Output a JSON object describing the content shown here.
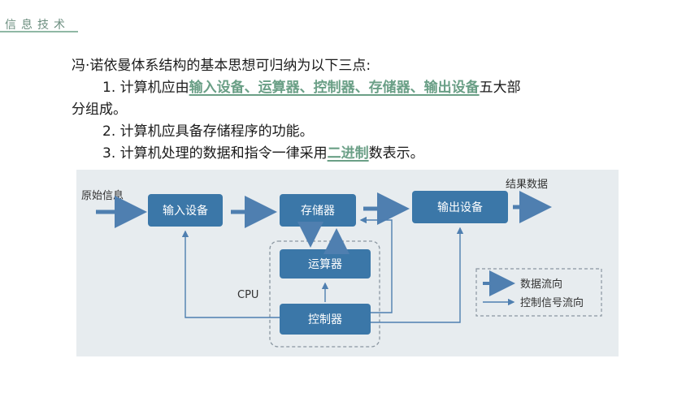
{
  "header": {
    "title": "信息技术"
  },
  "intro": "冯·诺依曼体系结构的基本思想可归纳为以下三点:",
  "points": {
    "p1": {
      "prefix": "1. 计算机应由",
      "highlight": "输入设备、运算器、控制器、存储器、输出设备",
      "suffix": "五大部",
      "continuation": "分组成。"
    },
    "p2": {
      "text": "2. 计算机应具备存储程序的功能。"
    },
    "p3": {
      "prefix": "3. 计算机处理的数据和指令一律采用",
      "highlight": "二进制",
      "suffix": "数表示。"
    }
  },
  "diagram": {
    "source_label": "原始信息",
    "result_label": "结果数据",
    "cpu_label": "CPU",
    "boxes": {
      "input": "输入设备",
      "memory": "存储器",
      "output": "输出设备",
      "alu": "运算器",
      "control": "控制器"
    },
    "legend": {
      "data_flow": "数据流向",
      "control_flow": "控制信号流向"
    }
  },
  "colors": {
    "highlight": "#6a9f86",
    "box": "#3b77a8",
    "arrow": "#4f7fb0",
    "header": "#6d8f80"
  }
}
